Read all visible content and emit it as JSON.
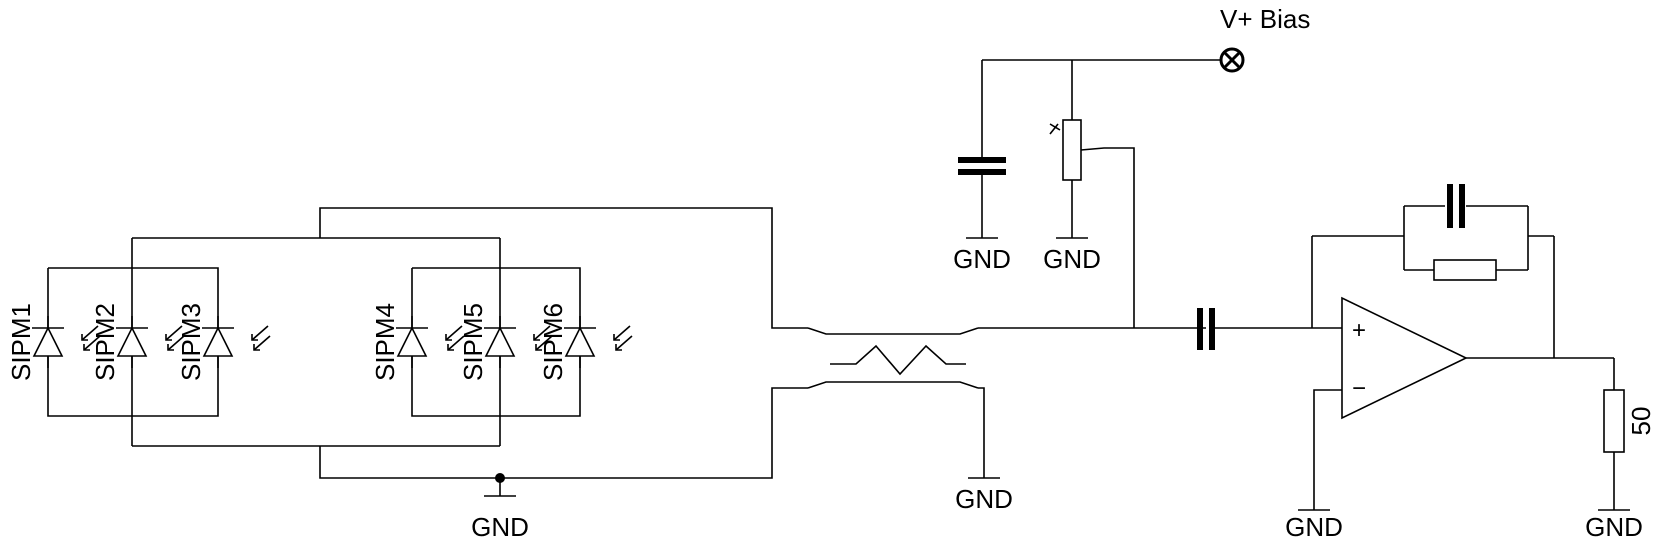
{
  "labels": {
    "bias": "V+ Bias",
    "gnd": "GND",
    "sipm": [
      "SIPM1",
      "SIPM2",
      "SIPM3",
      "SIPM4",
      "SIPM5",
      "SIPM6"
    ],
    "opamp_plus": "+",
    "opamp_minus": "−",
    "load_resistor": "50"
  }
}
